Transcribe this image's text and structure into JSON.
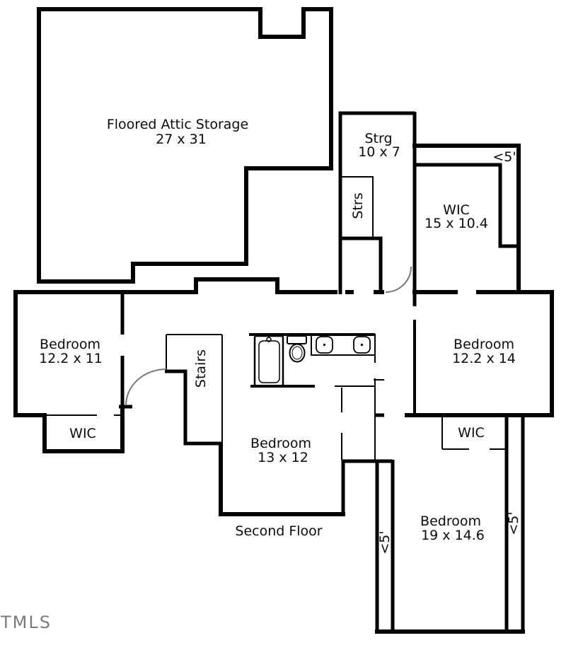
{
  "floor_plan": {
    "title": "Second Floor",
    "watermark": "TMLS",
    "rooms": {
      "attic": {
        "label": "Floored Attic Storage",
        "dims": "27 x 31"
      },
      "strg": {
        "label": "Strg",
        "dims": "10 x 7"
      },
      "strs": {
        "label": "Strs"
      },
      "wic_upper": {
        "label": "WIC",
        "dims": "15 x 10.4"
      },
      "bedroom_left": {
        "label": "Bedroom",
        "dims": "12.2 x 11"
      },
      "wic_left": {
        "label": "WIC"
      },
      "stairs": {
        "label": "Stairs"
      },
      "bedroom_right": {
        "label": "Bedroom",
        "dims": "12.2 x 14"
      },
      "bedroom_middle": {
        "label": "Bedroom",
        "dims": "13 x 12"
      },
      "wic_right": {
        "label": "WIC"
      },
      "bedroom_bottom": {
        "label": "Bedroom",
        "dims": "19 x 14.6"
      }
    },
    "annotations": {
      "low_ceiling_top": "<5'",
      "low_ceiling_left": "<5'",
      "low_ceiling_right": "<5'"
    },
    "colors": {
      "wall": "#000000",
      "door_arc": "#777777",
      "watermark_gray": "#7d7b76"
    }
  }
}
